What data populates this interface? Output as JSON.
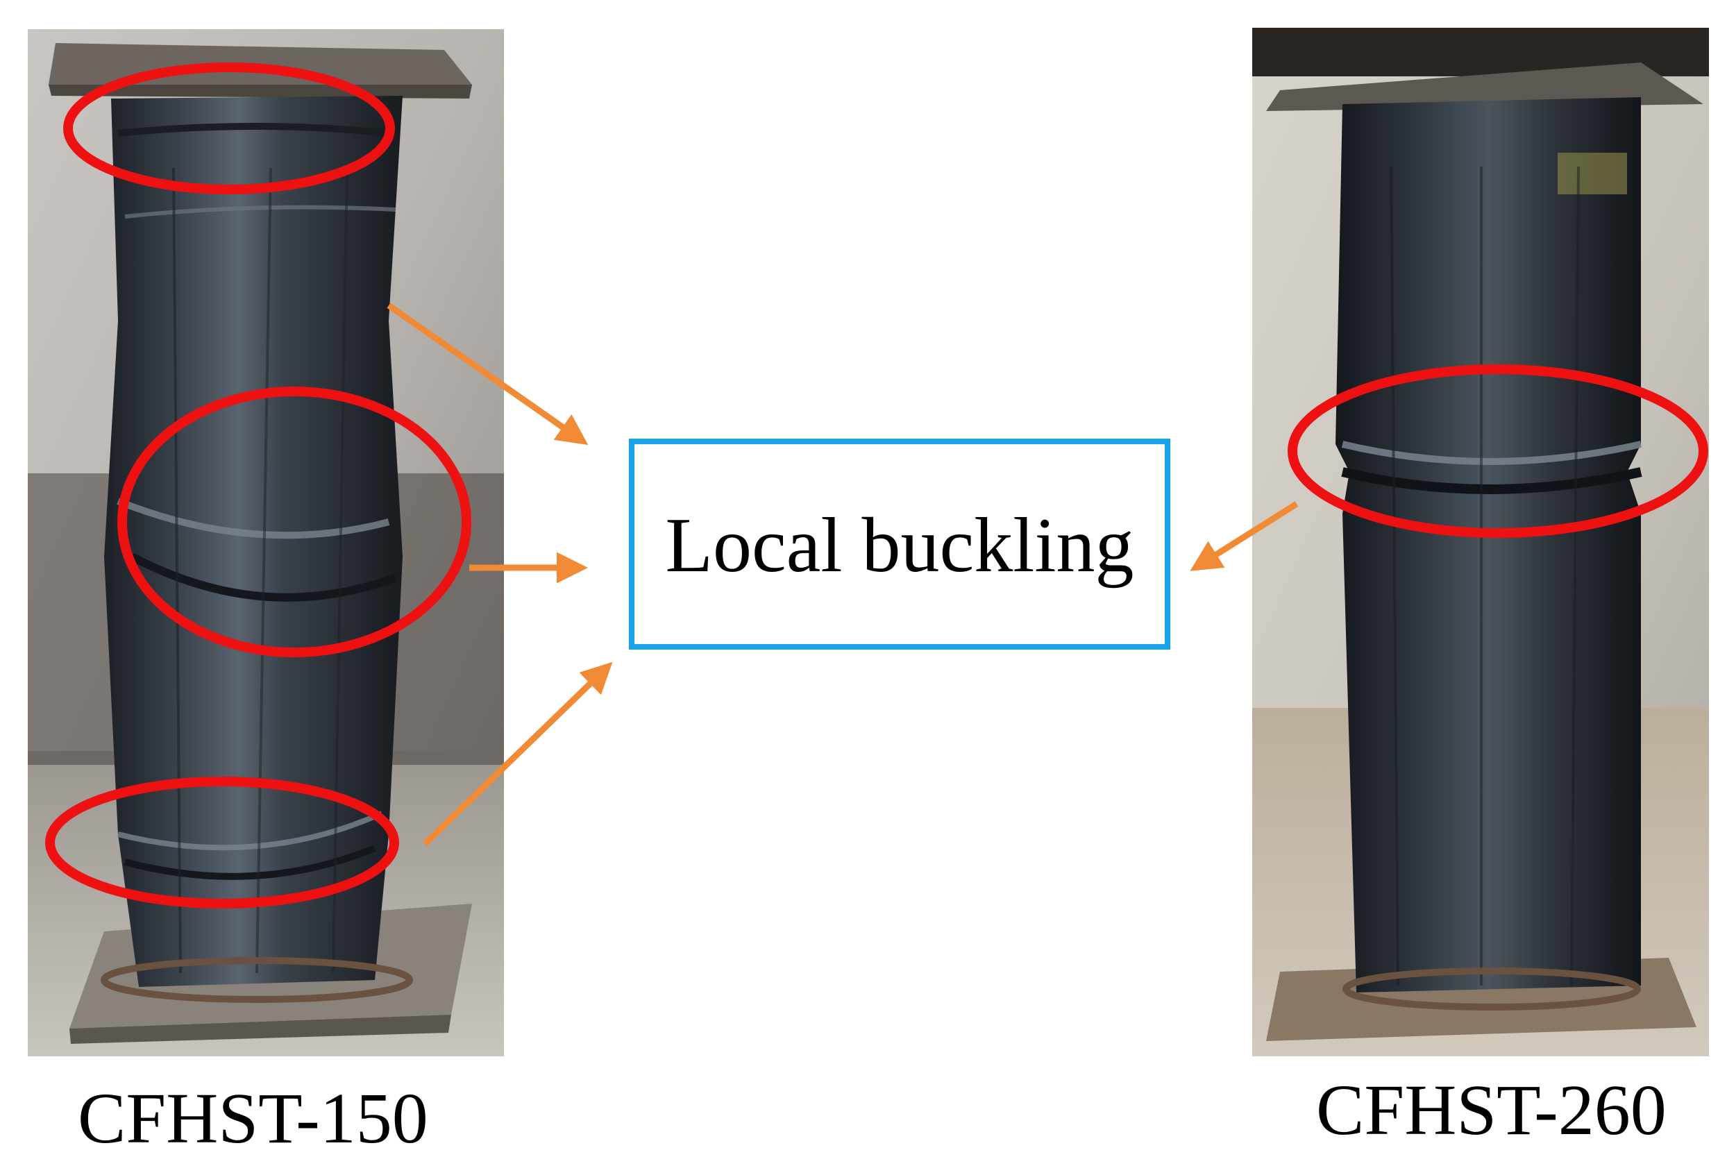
{
  "annotation": {
    "label": "Local buckling"
  },
  "specimens": [
    {
      "caption": "CFHST-150",
      "highlighted_regions": 3
    },
    {
      "caption": "CFHST-260",
      "highlighted_regions": 1
    }
  ],
  "colors": {
    "highlight_ellipse": "#ee1111",
    "arrow": "#f08a34",
    "label_border": "#1aa3e8",
    "text": "#000000",
    "steel_tube": "#2b3138",
    "background": "#ffffff"
  }
}
